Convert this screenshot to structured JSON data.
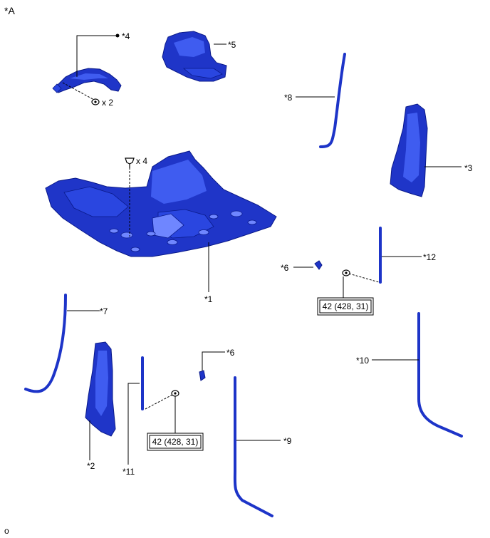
{
  "diagram_id": "*A",
  "footer_mark": "o",
  "callouts": {
    "p1": "*1",
    "p2": "*2",
    "p3": "*3",
    "p4": "*4",
    "p5": "*5",
    "p6a": "*6",
    "p6b": "*6",
    "p7": "*7",
    "p8": "*8",
    "p9": "*9",
    "p10": "*10",
    "p11": "*11",
    "p12": "*12"
  },
  "quantities": {
    "clips_carpet": "x 4",
    "clips_small": "x 2"
  },
  "torque": {
    "upper": "42 (428, 31)",
    "lower": "42 (428, 31)"
  },
  "colors": {
    "part": "#1f35c8",
    "part_dark": "#0a1a8a",
    "part_light": "#6f86ff"
  }
}
